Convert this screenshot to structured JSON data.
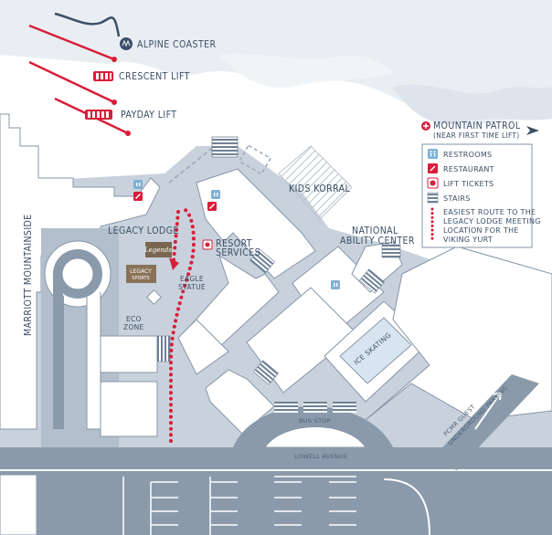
{
  "labels": {
    "alpine_coaster": "ALPINE COASTER",
    "crescent_lift": "CRESCENT LIFT",
    "payday_lift": "PAYDAY LIFT",
    "mountain_patrol": "MOUNTAIN PATROL",
    "mountain_patrol_sub": "(NEAR FIRST TIME LIFT)",
    "legacy_lodge": "LEGACY LODGE",
    "resort_services_1": "RESORT",
    "resort_services_2": "SERVICES",
    "kids_korral": "KIDS KORRAL",
    "national_ability_1": "NATIONAL",
    "national_ability_2": "ABILITY CENTER",
    "marriott": "MARRIOTT MOUNTAINSIDE",
    "eagle_1": "EAGLE",
    "eagle_2": "STATUE",
    "eco_1": "ECO",
    "eco_2": "ZONE",
    "ice_skating": "ICE SKATING",
    "bus_stop": "BUS STOP",
    "lowell_avenue": "LOWELL AVENUE",
    "pcmr_1": "PCMR GUEST",
    "pcmr_2": "UNDERGROUND PARKING",
    "legends_sign": "Legends",
    "legacy_sports_1": "LEGACY",
    "legacy_sports_2": "SPORTS"
  },
  "legend": {
    "restrooms": "RESTROOMS",
    "restaurant": "RESTAURANT",
    "lift_tickets": "LIFT TICKETS",
    "stairs": "STAIRS",
    "route_1": "EASIEST ROUTE TO THE",
    "route_2": "LEGACY LODGE MEETING",
    "route_3": "LOCATION FOR THE",
    "route_4": "VIKING YURT"
  },
  "colors": {
    "road": "#8a9aab",
    "building": "#ffffff",
    "building_stroke": "#8595a8",
    "plaza": "#c9d2dc",
    "snow": "#e9eef3",
    "route": "#d81e3a",
    "text": "#3a4f66"
  }
}
